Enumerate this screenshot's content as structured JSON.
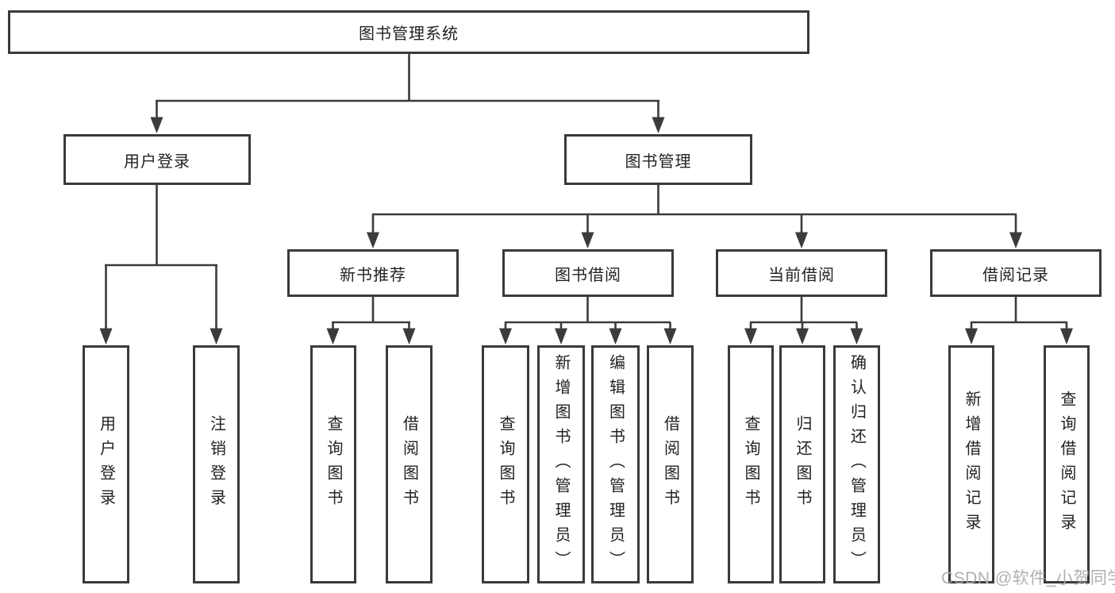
{
  "diagram": {
    "title": "图书管理系统",
    "watermark": "CSDN @软件_小贺同学",
    "colors": {
      "line": "#3b3b3b",
      "box_border": "#3a3a3a",
      "text": "#222222",
      "watermark": "#a8a8a8",
      "background": "#ffffff"
    },
    "root": {
      "label": "图书管理系统"
    },
    "branches": [
      {
        "label": "用户登录",
        "children": [
          {
            "label": "用户登录"
          },
          {
            "label": "注销登录"
          }
        ]
      },
      {
        "label": "图书管理",
        "children": [
          {
            "label": "新书推荐",
            "children": [
              {
                "label": "查询图书"
              },
              {
                "label": "借阅图书"
              }
            ]
          },
          {
            "label": "图书借阅",
            "children": [
              {
                "label": "查询图书"
              },
              {
                "label": "新增图书（管理员）"
              },
              {
                "label": "编辑图书（管理员）"
              },
              {
                "label": "借阅图书"
              }
            ]
          },
          {
            "label": "当前借阅",
            "children": [
              {
                "label": "查询图书"
              },
              {
                "label": "归还图书"
              },
              {
                "label": "确认归还（管理员）"
              }
            ]
          },
          {
            "label": "借阅记录",
            "children": [
              {
                "label": "新增借阅记录"
              },
              {
                "label": "查询借阅记录"
              }
            ]
          }
        ]
      }
    ]
  }
}
